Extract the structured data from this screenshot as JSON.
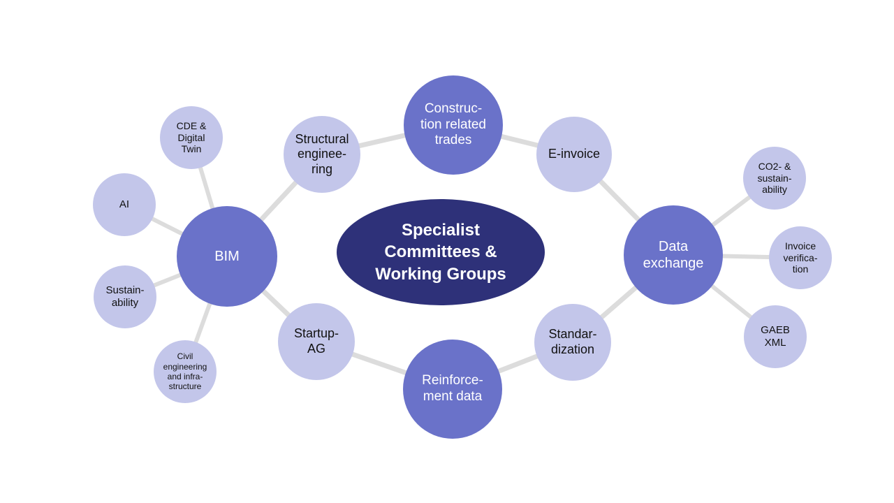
{
  "diagram": {
    "center": "Specialist\nCommittees &\nWorking Groups",
    "ring": {
      "construction": "Construc-\ntion related\ntrades",
      "einvoice": "E-invoice",
      "data_exchange": "Data\nexchange",
      "standardization": "Standar-\ndization",
      "reinforcement": "Reinforce-\nment data",
      "startup": "Startup-\nAG",
      "bim": "BIM",
      "structural": "Structural\nenginee-\nring"
    },
    "bim_children": {
      "cde": "CDE &\nDigital\nTwin",
      "ai": "AI",
      "sustainability": "Sustain-\nability",
      "civil": "Civil\nengineering\nand infra-\nstructure"
    },
    "data_exchange_children": {
      "co2": "CO2- &\nsustain-\nability",
      "invoice": "Invoice\nverifica-\ntion",
      "gaeb": "GAEB\nXML"
    }
  },
  "colors": {
    "center_fill": "#2e3179",
    "main_fill": "#6a72c9",
    "light_fill": "#c3c6ea",
    "connector": "#dcdcdc"
  }
}
